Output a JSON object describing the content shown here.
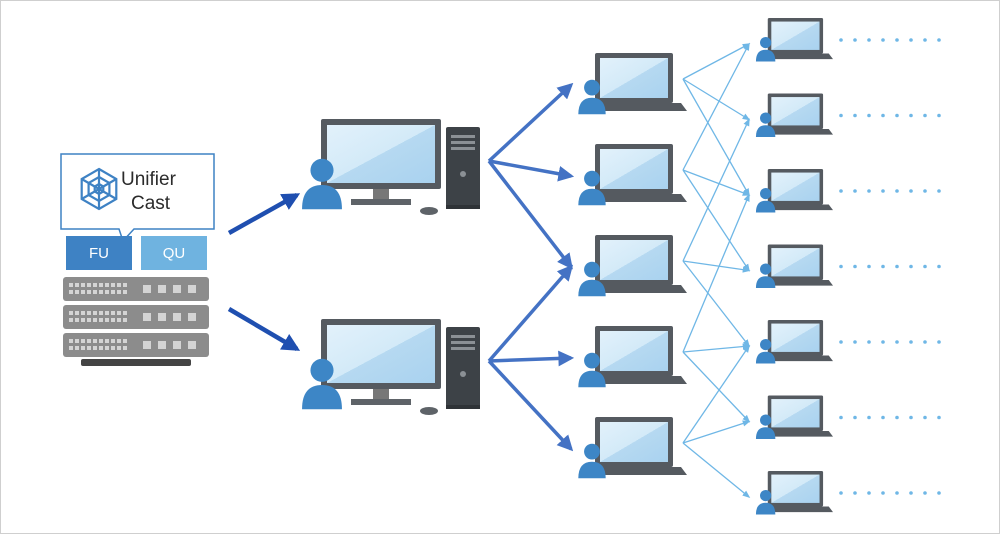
{
  "product": {
    "logo_line1": "Unifier",
    "logo_line2": "Cast",
    "logo_icon": "spider-web-icon",
    "tags": [
      "FU",
      "QU"
    ]
  },
  "colors": {
    "primary_arrow": "#1f4fb0",
    "secondary_arrow": "#4472c4",
    "tertiary_line": "#6fb7e6",
    "tag_fu": "#3e82c4",
    "tag_qu": "#6fb3e0",
    "user_icon": "#3d86c6",
    "screen_fill": "#c7e3f5",
    "server_gray": "#8c8c8c"
  },
  "tiers": {
    "desktops": 2,
    "laptops_level2": 5,
    "laptops_level3": 7
  }
}
